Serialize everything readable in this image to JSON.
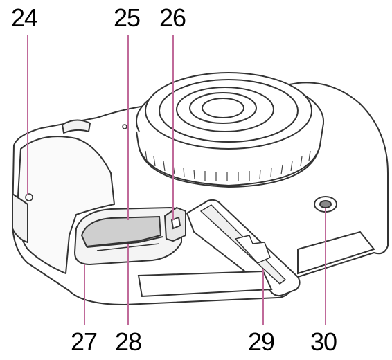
{
  "callouts": {
    "c24": "24",
    "c25": "25",
    "c26": "26",
    "c27": "27",
    "c28": "28",
    "c29": "29",
    "c30": "30"
  },
  "colors": {
    "leader_line": "#c06a9a",
    "outline": "#333333",
    "body_fill": "#ffffff",
    "shade": "#cfcfcf"
  }
}
